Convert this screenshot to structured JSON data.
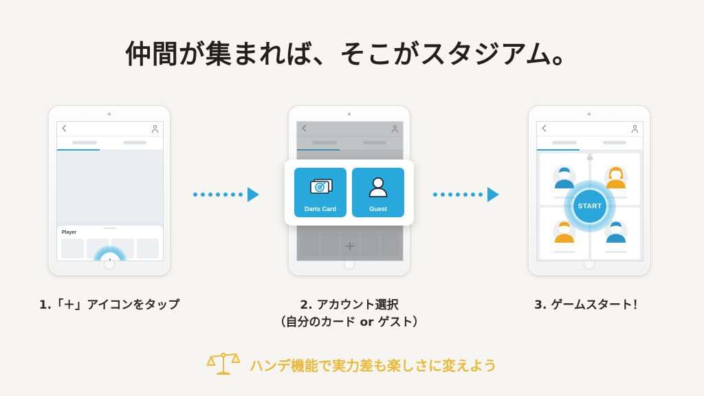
{
  "page": {
    "background_color": "#f6f5f1",
    "accent_color": "#2aa6da",
    "gold_color": "#e9b93c",
    "title": "仲間が集まれば、そこがスタジアム。"
  },
  "steps": [
    {
      "number": "1",
      "caption": "1.「＋」アイコンをタップ",
      "screen": {
        "dock_label": "Player",
        "plus_label": "+",
        "back_icon": "back-chevron-icon",
        "account_icon": "user-account-icon",
        "tab_active_index": 0
      }
    },
    {
      "number": "2",
      "caption_line1": "2. アカウント選択",
      "caption_line2": "（自分のカード or ゲスト）",
      "screen": {
        "plus_label": "+",
        "back_icon": "back-chevron-icon",
        "account_icon": "user-account-icon",
        "tab_active_index": 0
      },
      "modal": {
        "options": [
          {
            "label": "Darts Card",
            "icon": "darts-card-icon"
          },
          {
            "label": "Guest",
            "icon": "guest-person-icon"
          }
        ]
      }
    },
    {
      "number": "3",
      "caption": "3. ゲームスタート！",
      "screen": {
        "start_label": "START",
        "back_icon": "back-chevron-icon",
        "account_icon": "user-account-icon",
        "lock_icon": "lock-icon",
        "tab_active_index": 0,
        "players": [
          {
            "slot": "top-left",
            "avatar": "male-avatar",
            "color": "#2b94c9"
          },
          {
            "slot": "top-right",
            "avatar": "female-avatar",
            "color": "#f0a81e"
          },
          {
            "slot": "bottom-left",
            "avatar": "male-avatar",
            "color": "#f0a81e"
          },
          {
            "slot": "bottom-right",
            "avatar": "male-avatar",
            "color": "#2b94c9"
          }
        ]
      }
    }
  ],
  "connectors": [
    {
      "icon": "dotted-arrow-right-icon",
      "dots": 7
    },
    {
      "icon": "dotted-arrow-right-icon",
      "dots": 7
    }
  ],
  "footer": {
    "icon": "balance-scale-icon",
    "text": "ハンデ機能で実力差も楽しさに変えよう"
  }
}
